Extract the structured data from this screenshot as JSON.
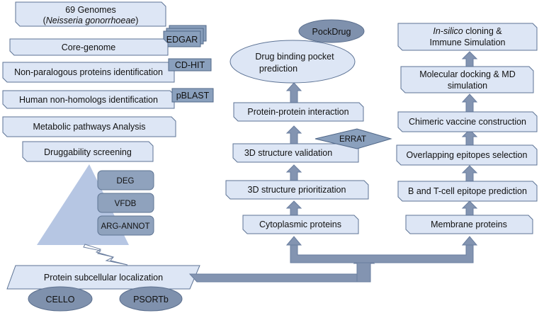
{
  "left": {
    "genomes_line1": "69 Genomes",
    "genomes_open": "(",
    "genomes_italic": "Neisseria gonorrhoeae",
    "genomes_close": ")",
    "core": "Core-genome",
    "nonparalogous": "Non-paralogous proteins identification",
    "nonhomologs": "Human non-homologs identification",
    "metabolic": "Metabolic pathways Analysis",
    "druggability": "Druggability screening",
    "subcellular": "Protein subcellular localization"
  },
  "tags": {
    "edgar": "EDGAR",
    "cdhit": "CD-HIT",
    "pblast": "pBLAST",
    "errat": "ERRAT",
    "pockdrug": "PockDrug"
  },
  "databases": [
    "DEG",
    "VFDB",
    "ARG-ANNOT"
  ],
  "predictors": [
    "CELLO",
    "PSORTb"
  ],
  "middle": {
    "cytoplasmic": "Cytoplasmic proteins",
    "prioritization": "3D structure prioritization",
    "validation": "3D structure validation",
    "ppi": "Protein-protein interaction",
    "pocket_line1": "Drug binding pocket",
    "pocket_line2": "prediction"
  },
  "right": {
    "membrane": "Membrane proteins",
    "epitope": "B and T-cell epitope prediction",
    "overlap": "Overlapping epitopes selection",
    "chimeric": "Chimeric vaccine construction",
    "docking_line1": "Molecular docking & MD",
    "docking_line2": "simulation",
    "cloning_italic": "In-silico",
    "cloning_rest": " cloning &",
    "cloning_line2": "Immune Simulation"
  },
  "colors": {
    "box_fill": "#dde6f5",
    "box_stroke": "#5d7395",
    "tag_fill": "#8aa0bd",
    "arrow_fill": "#8394b1",
    "triangle_fill": "#b6c6e3"
  }
}
